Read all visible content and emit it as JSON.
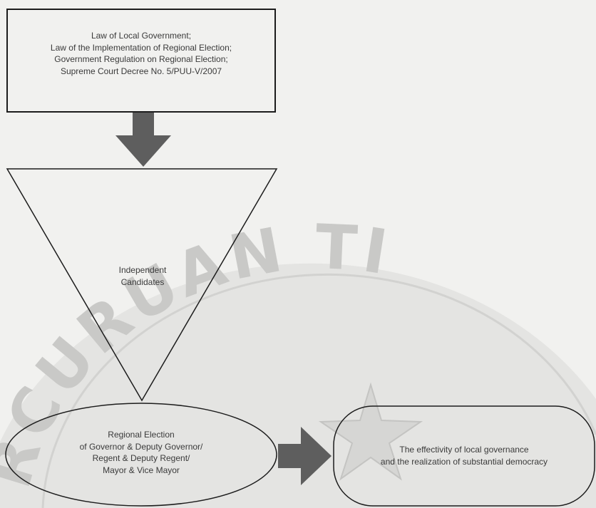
{
  "watermark": {
    "arc_text": "RCURUAN TI"
  },
  "laws_box": {
    "lines": [
      "Law of Local Government;",
      "Law of the Implementation of Regional Election;",
      "Government Regulation on Regional Election;",
      "Supreme Court Decree No. 5/PUU-V/2007"
    ]
  },
  "funnel": {
    "lines": [
      "Independent",
      "Candidates"
    ]
  },
  "election_ellipse": {
    "lines": [
      "Regional Election",
      "of Governor & Deputy Governor/",
      "Regent & Deputy Regent/",
      "Mayor & Vice Mayor"
    ]
  },
  "outcome_box": {
    "lines": [
      "The effectivity of local governance",
      "and the realization of substantial democracy"
    ]
  },
  "colors": {
    "background": "#f1f1ef",
    "stroke": "#1c1c1c",
    "arrow_fill": "#5e5e5e",
    "watermark": "#c9c9c7"
  }
}
